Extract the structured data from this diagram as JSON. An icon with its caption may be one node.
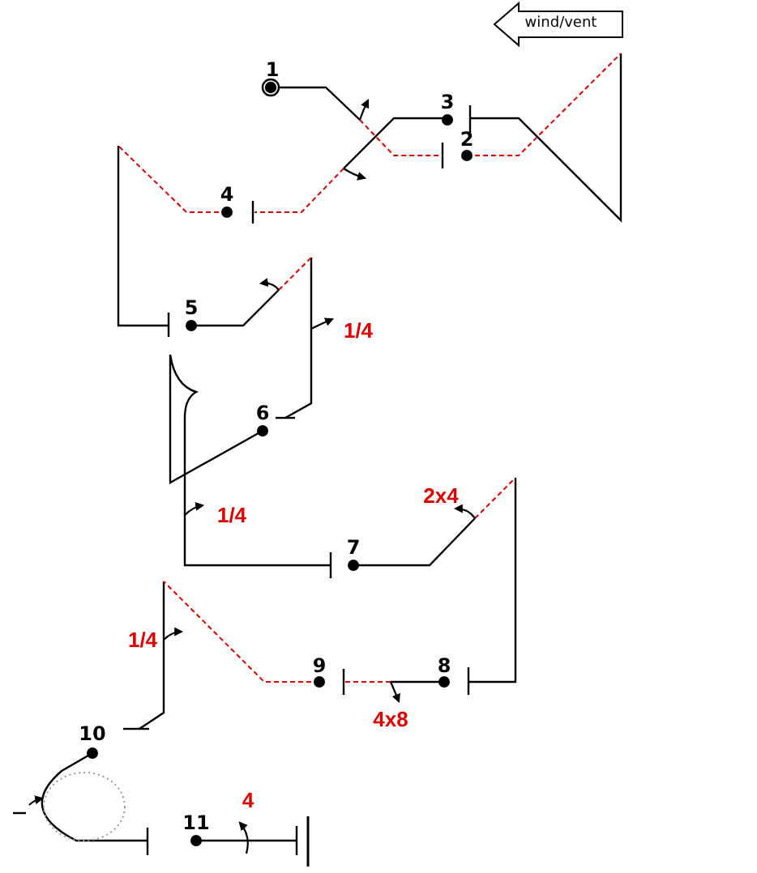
{
  "diagram": {
    "labels": [
      "wind/vent",
      "1",
      "3",
      "2",
      "4",
      "5",
      "1/4",
      "6",
      "1/4",
      "2x4",
      "7",
      "1/4",
      "9",
      "8",
      "4x8",
      "10",
      "4",
      "11"
    ]
  }
}
